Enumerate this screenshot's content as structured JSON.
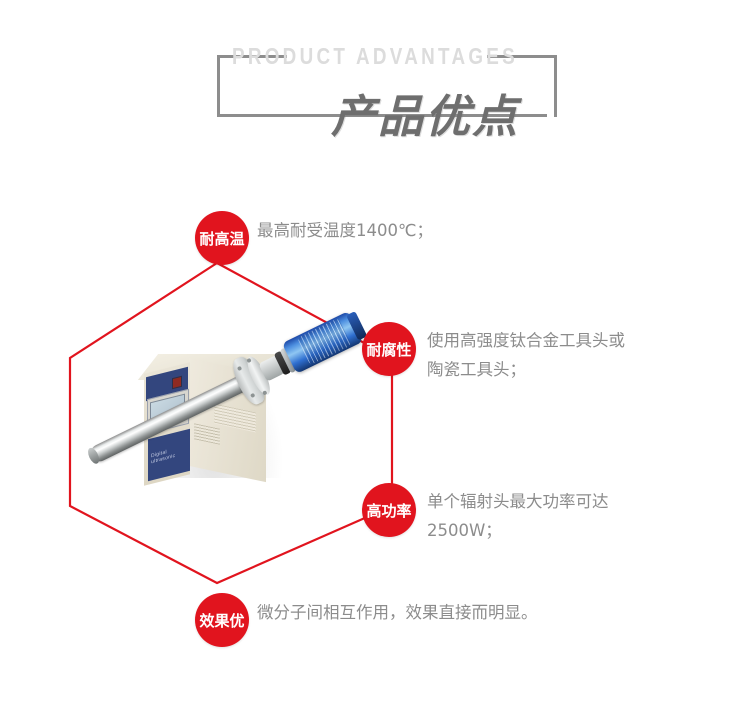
{
  "header": {
    "english_title": "PRODUCT  ADVANTAGES",
    "chinese_title": "产品优点"
  },
  "colors": {
    "badge_red": "#e1141e",
    "hexagon_outline": "#e1141e",
    "bracket_gray": "#8d8d8d",
    "eng_title_gray": "#dcdcdc",
    "cn_title_gray": "#6e6e6e",
    "desc_gray": "#8c8c8c",
    "background": "#ffffff"
  },
  "product_image": {
    "alt": "ultrasonic-generator-with-probe",
    "generator_brand_text": "Digital ultrasonic"
  },
  "advantages": [
    {
      "badge": "耐高温",
      "description": "最高耐受温度1400℃；",
      "icon": "heat-resistance-badge"
    },
    {
      "badge": "耐腐性",
      "description": "使用高强度钛合金工具头或\n陶瓷工具头；",
      "icon": "corrosion-resistance-badge"
    },
    {
      "badge": "高功率",
      "description": "单个辐射头最大功率可达\n2500W；",
      "icon": "high-power-badge"
    },
    {
      "badge": "效果优",
      "description": "微分子间相互作用，效果直接而明显。",
      "icon": "effectiveness-badge"
    }
  ]
}
